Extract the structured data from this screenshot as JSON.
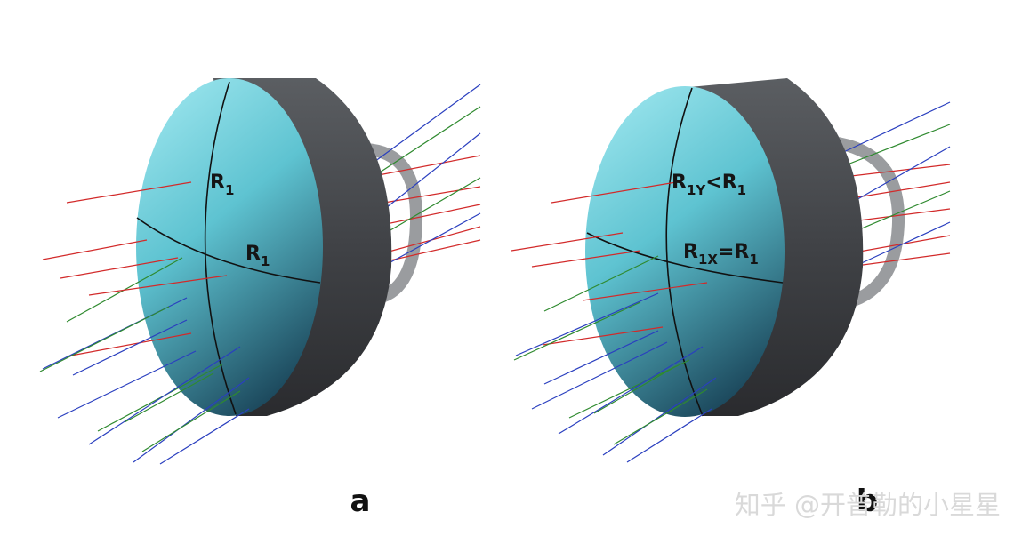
{
  "colors": {
    "background": "#ffffff",
    "lens_face_light": "#8fe0ea",
    "lens_face_mid": "#5dc2d0",
    "lens_face_dark": "#1f4f63",
    "lens_rim_light": "#6c6f73",
    "lens_rim_dark": "#2a2b2e",
    "ring": "#9a9c9f",
    "ray_red": "#d22a2a",
    "ray_green": "#2f8a2f",
    "ray_blue": "#2a3fbf",
    "meridian": "#111111"
  },
  "panels": [
    {
      "id": "a",
      "caption": "a",
      "label_vertical": {
        "main": "R",
        "sub": "1",
        "tail": ""
      },
      "label_horizontal": {
        "main": "R",
        "sub": "1",
        "tail": ""
      }
    },
    {
      "id": "b",
      "caption": "b",
      "label_vertical": {
        "main": "R",
        "sub": "1Y",
        "tail": "<R",
        "tail_sub": "1"
      },
      "label_horizontal": {
        "main": "R",
        "sub": "1X",
        "tail": "=R",
        "tail_sub": "1"
      }
    }
  ],
  "watermark": "知乎 @开普勒的小星星",
  "icons": {
    "ray-bundle": "ray-lines-icon",
    "lens": "lens-icon"
  }
}
